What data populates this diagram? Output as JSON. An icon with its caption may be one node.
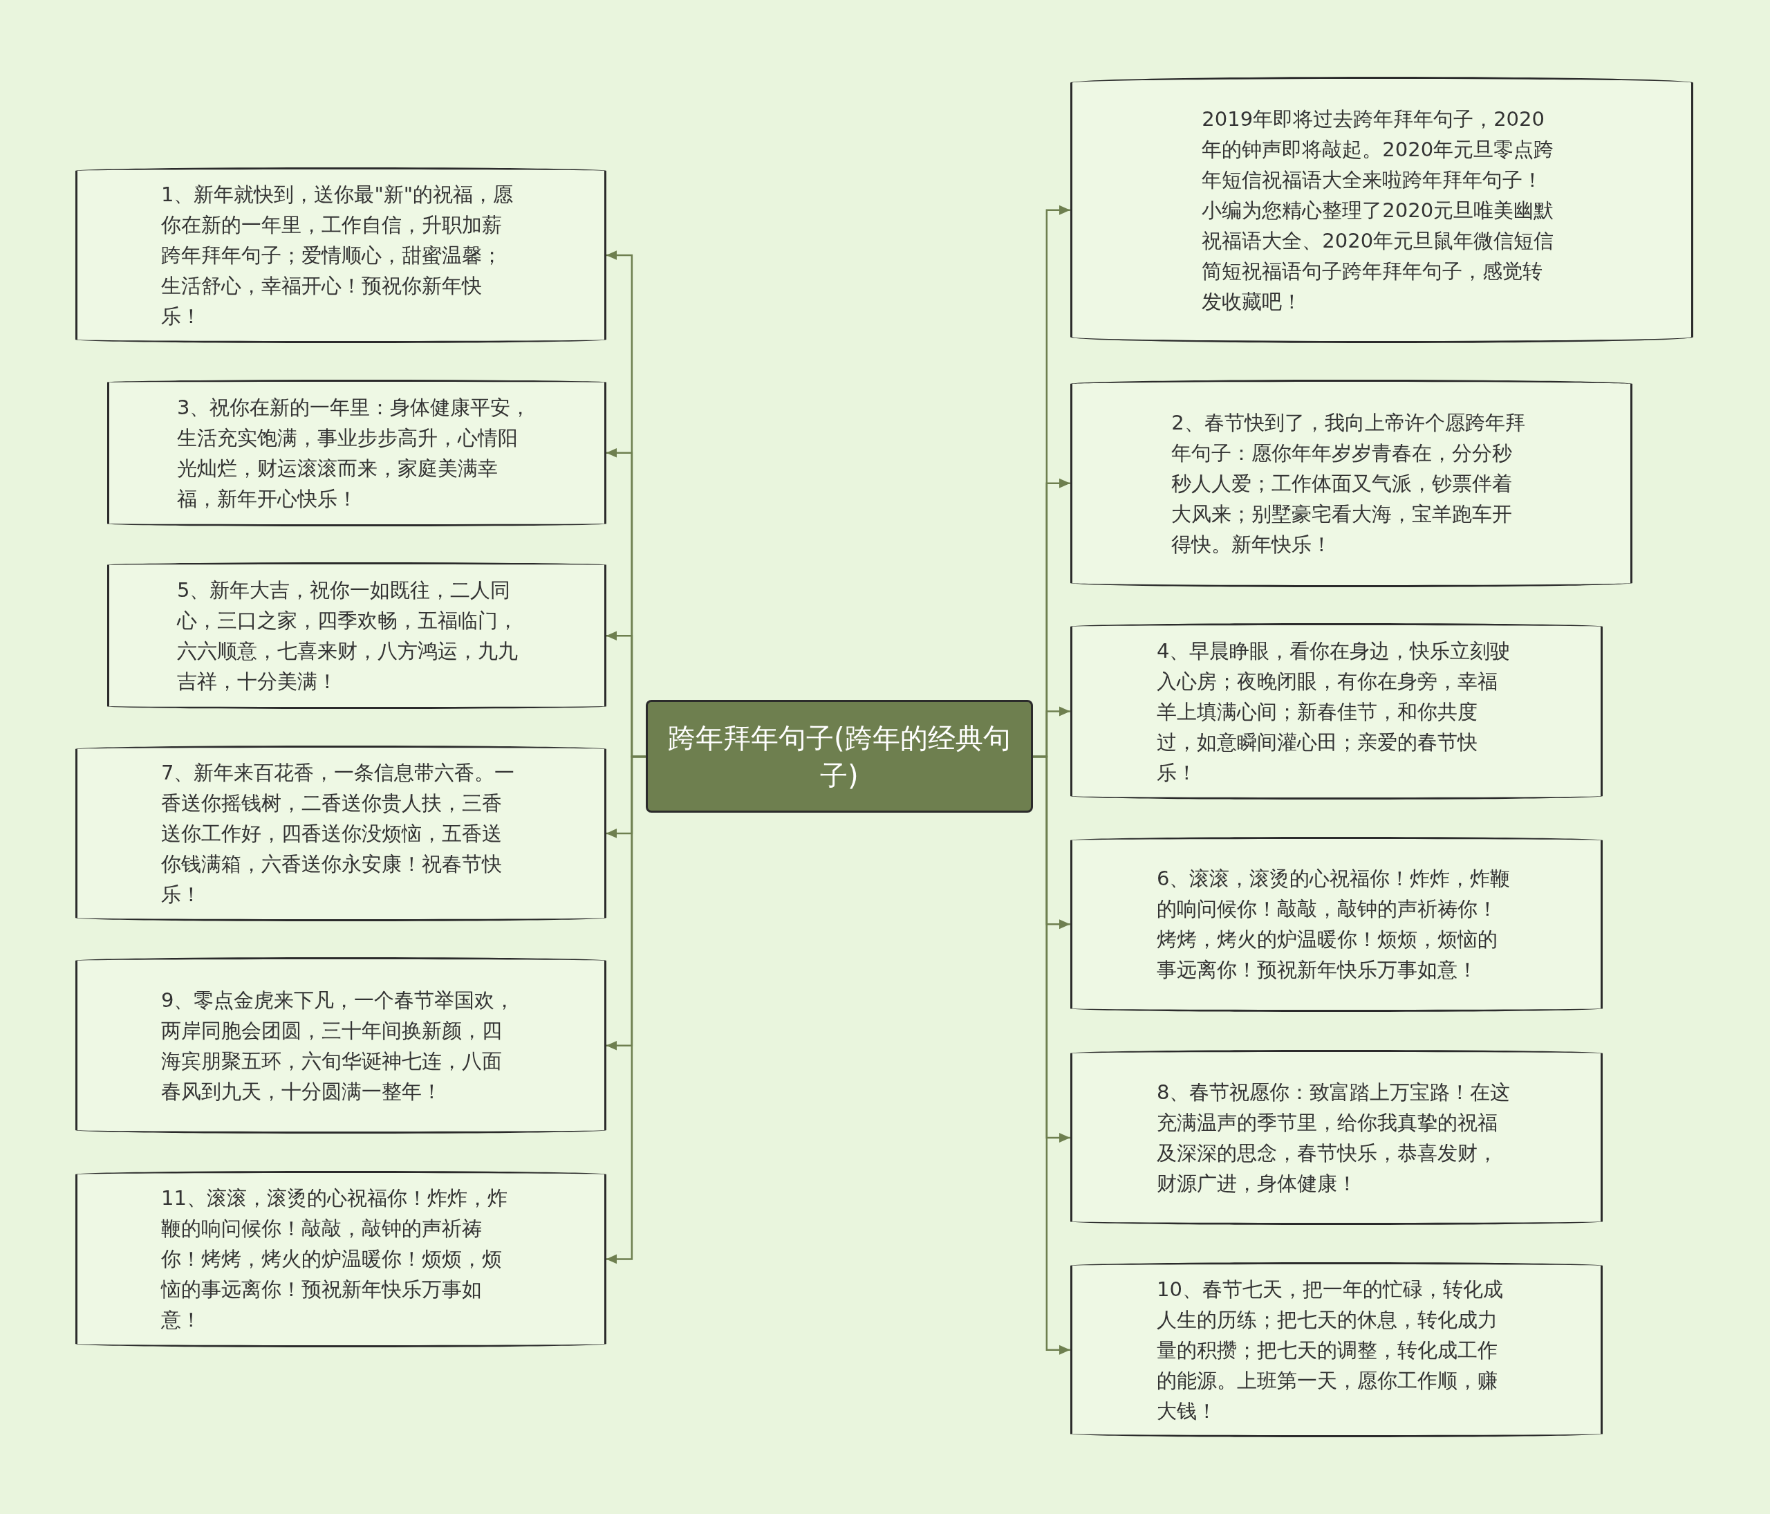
{
  "diagram": {
    "nodes": [
      {
        "text": [
          "跨年拜年句子(跨年的经典句子)"
        ]
      },
      {
        "text": [
          "1、新年就快到，送你最\"新\"的祝福，愿你在新的一年里，工作自信，升职加薪跨年拜年句子；爱情顺心，甜蜜温馨；生活舒心，幸福开心！预祝你新年快乐！"
        ]
      },
      {
        "text": [
          "3、祝你在新的一年里：身体健康平安，生活充实饱满，事业步步高升，心情阳光灿烂，财运滚滚而来，家庭美满幸福，新年开心快乐！"
        ]
      },
      {
        "text": [
          "5、新年大吉，祝你一如既往，二人同心，三口之家，四季欢畅，五福临门，六六顺意，七喜来财，八方鸿运，九九吉祥，十分美满！"
        ]
      },
      {
        "text": [
          "7、新年来百花香，一条信息带六香。一香送你摇钱树，二香送你贵人扶，三香送你工作好，四香送你没烦恼，五香送你钱满箱，六香送你永安康！祝春节快乐！"
        ]
      },
      {
        "text": [
          "9、零点金虎来下凡，一个春节举国欢，两岸同胞会团圆，三十年间换新颜，四海宾朋聚五环，六旬华诞神七连，八面春风到九天，十分圆满一整年！"
        ]
      },
      {
        "text": [
          "11、滚滚，滚烫的心祝福你！炸炸，炸鞭的响问候你！敲敲，敲钟的声祈祷你！烤烤，烤火的炉温暖你！烦烦，烦恼的事远离你！预祝新年快乐万事如意！"
        ]
      },
      {
        "text": [
          "2019年即将过去跨年拜年句子，2020年的钟声即将敲起。2020年元旦零点跨年短信祝福语大全来啦跨年拜年句子！小编为您精心整理了2020元旦唯美幽默祝福语大全、2020年元旦鼠年微信短信简短祝福语句子跨年拜年句子，感觉转发收藏吧！"
        ]
      },
      {
        "text": [
          "2、春节快到了，我向上帝许个愿跨年拜年句子：愿你年年岁岁青春在，分分秒秒人人爱；工作体面又气派，钞票伴着大风来；别墅豪宅看大海，宝羊跑车开得快。新年快乐！"
        ]
      },
      {
        "text": [
          "4、早晨睁眼，看你在身边，快乐立刻驶入心房；夜晚闭眼，有你在身旁，幸福羊上填满心间；新春佳节，和你共度过，如意瞬间灌心田；亲爱的春节快乐！"
        ]
      },
      {
        "text": [
          "6、滚滚，滚烫的心祝福你！炸炸，炸鞭的响问候你！敲敲，敲钟的声祈祷你！烤烤，烤火的炉温暖你！烦烦，烦恼的事远离你！预祝新年快乐万事如意！"
        ]
      },
      {
        "text": [
          "8、春节祝愿你：致富踏上万宝路！在这充满温声的季节里，给你我真挚的祝福及深深的思念，春节快乐，恭喜发财，财源广进，身体健康！"
        ]
      },
      {
        "text": [
          "10、春节七天，把一年的忙碌，转化成人生的历练；把七天的休息，转化成力量的积攒；把七天的调整，转化成工作的能源。上班第一天，愿你工作顺，赚大钱！"
        ]
      }
    ],
    "edges": [
      {
        "from": 0,
        "to": 1,
        "arrow": "to"
      },
      {
        "from": 0,
        "to": 2,
        "arrow": "to"
      },
      {
        "from": 0,
        "to": 3,
        "arrow": "to"
      },
      {
        "from": 0,
        "to": 4,
        "arrow": "to"
      },
      {
        "from": 0,
        "to": 5,
        "arrow": "to"
      },
      {
        "from": 0,
        "to": 6,
        "arrow": "to"
      },
      {
        "from": 0,
        "to": 7,
        "arrow": "to"
      },
      {
        "from": 0,
        "to": 8,
        "arrow": "to"
      },
      {
        "from": 0,
        "to": 9,
        "arrow": "to"
      },
      {
        "from": 0,
        "to": 10,
        "arrow": "to"
      },
      {
        "from": 0,
        "to": 11,
        "arrow": "to"
      },
      {
        "from": 0,
        "to": 12,
        "arrow": "to"
      }
    ]
  }
}
